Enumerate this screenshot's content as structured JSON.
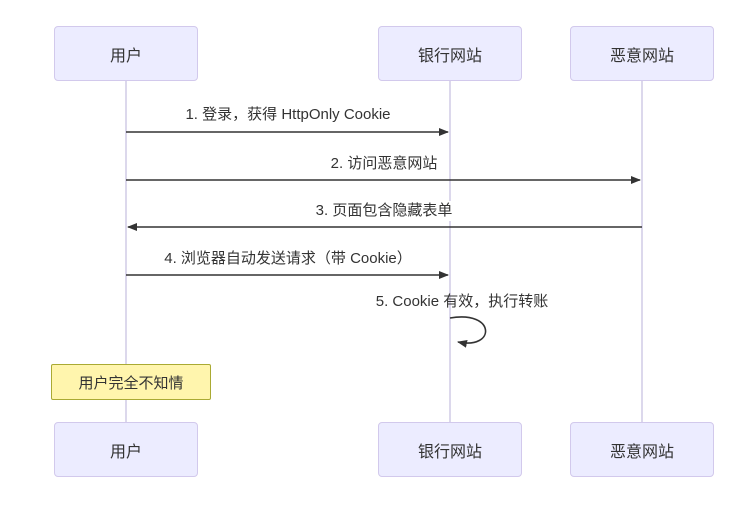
{
  "diagram": {
    "type": "sequence",
    "actors": [
      {
        "id": "user",
        "label": "用户"
      },
      {
        "id": "bank",
        "label": "银行网站"
      },
      {
        "id": "evil",
        "label": "恶意网站"
      }
    ],
    "messages": [
      {
        "num": 1,
        "text": "1. 登录，获得 HttpOnly Cookie",
        "from": "用户",
        "to": "银行网站",
        "style": "solid-arrow"
      },
      {
        "num": 2,
        "text": "2. 访问恶意网站",
        "from": "用户",
        "to": "恶意网站",
        "style": "solid-arrow"
      },
      {
        "num": 3,
        "text": "3. 页面包含隐藏表单",
        "from": "恶意网站",
        "to": "用户",
        "style": "solid-arrow"
      },
      {
        "num": 4,
        "text": "4. 浏览器自动发送请求（带 Cookie）",
        "from": "用户",
        "to": "银行网站",
        "style": "solid-arrow"
      },
      {
        "num": 5,
        "text": "5. Cookie 有效，执行转账",
        "from": "银行网站",
        "to": "银行网站",
        "style": "self-loop"
      }
    ],
    "note": {
      "text": "用户完全不知情",
      "position": "over 用户"
    }
  },
  "colors": {
    "background": "#ffffff",
    "actorFill": "#ECECFF",
    "actorBorder": "#d2c9ec",
    "lifeline": "#d1cce5",
    "line": "#333333",
    "text": "#333333",
    "noteFill": "#fff5ad",
    "noteBorder": "#aaaa33"
  }
}
